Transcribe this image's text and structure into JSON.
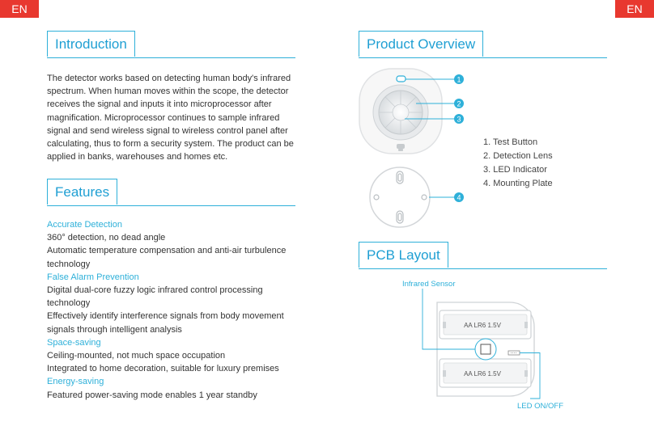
{
  "page_tags": {
    "left": "EN",
    "right": "EN"
  },
  "introduction": {
    "title": "Introduction",
    "body": "The detector works based on detecting human body's infrared spectrum. When human moves within the scope, the detector receives the signal and inputs it into microprocessor after magnification. Microprocessor continues to sample infrared signal and send wireless signal to wireless control panel after calculating, thus to form a security system. The product can be applied in banks, warehouses and homes etc."
  },
  "features": {
    "title": "Features",
    "groups": [
      {
        "title": "Accurate Detection",
        "lines": [
          "360° detection, no dead angle",
          "Automatic temperature compensation and anti-air turbulence technology"
        ]
      },
      {
        "title": "False Alarm Prevention",
        "lines": [
          "Digital dual-core fuzzy logic infrared control processing technology",
          "Effectively identify interference signals from body movement signals through intelligent analysis"
        ]
      },
      {
        "title": "Space-saving",
        "lines": [
          "Ceiling-mounted, not much space occupation",
          "Integrated to home decoration, suitable for luxury premises"
        ]
      },
      {
        "title": "Energy-saving",
        "lines": [
          "Featured power-saving mode enables 1 year standby"
        ]
      }
    ]
  },
  "product_overview": {
    "title": "Product Overview",
    "markers": [
      "1",
      "2",
      "3",
      "4"
    ],
    "legend": [
      "1. Test Button",
      "2. Detection Lens",
      "3. LED Indicator",
      "4. Mounting Plate"
    ]
  },
  "pcb_layout": {
    "title": "PCB Layout",
    "infrared_label": "Infrared Sensor",
    "led_label": "LED ON/OFF",
    "battery_label": "AA LR6 1.5V"
  },
  "colors": {
    "accent": "#2eb0d9",
    "tag_red": "#e8382f"
  }
}
